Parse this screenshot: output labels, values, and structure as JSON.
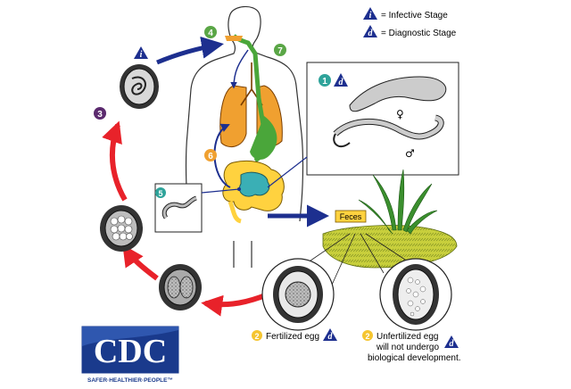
{
  "legend": {
    "infective_marker": "i",
    "infective_text": "= Infective Stage",
    "diagnostic_marker": "d",
    "diagnostic_text": "= Diagnostic Stage"
  },
  "steps": {
    "s1": "1",
    "s2a": "2",
    "s2b": "2",
    "s3": "3",
    "s4": "4",
    "s5": "5",
    "s6": "6",
    "s7": "7"
  },
  "markers": {
    "i": "i",
    "d": "d"
  },
  "labels": {
    "feces": "Feces",
    "fertilized": "Fertilized egg",
    "unfertilized_1": "Unfertilized egg",
    "unfertilized_2": "will not undergo",
    "unfertilized_3": "biological development.",
    "female_symbol": "♀",
    "male_symbol": "♂"
  },
  "logo": {
    "text": "CDC",
    "tagline": "SAFER·HEALTHIER·PEOPLE™"
  },
  "colors": {
    "blue_arrow": "#1d2f8f",
    "red_arrow": "#e8222a",
    "step_green": "#5aa646",
    "step_teal": "#2fa39a",
    "step_yellow": "#f5c530",
    "step_orange": "#f0a030",
    "step_purple": "#5b2a6e",
    "lung_orange": "#f0a030",
    "intestine_yellow": "#ffd23f",
    "intestine_teal": "#3aafb5",
    "esophagus_green": "#4aa63a",
    "soil": "#c8cf3c",
    "cdc_blue": "#1a3a8c"
  }
}
